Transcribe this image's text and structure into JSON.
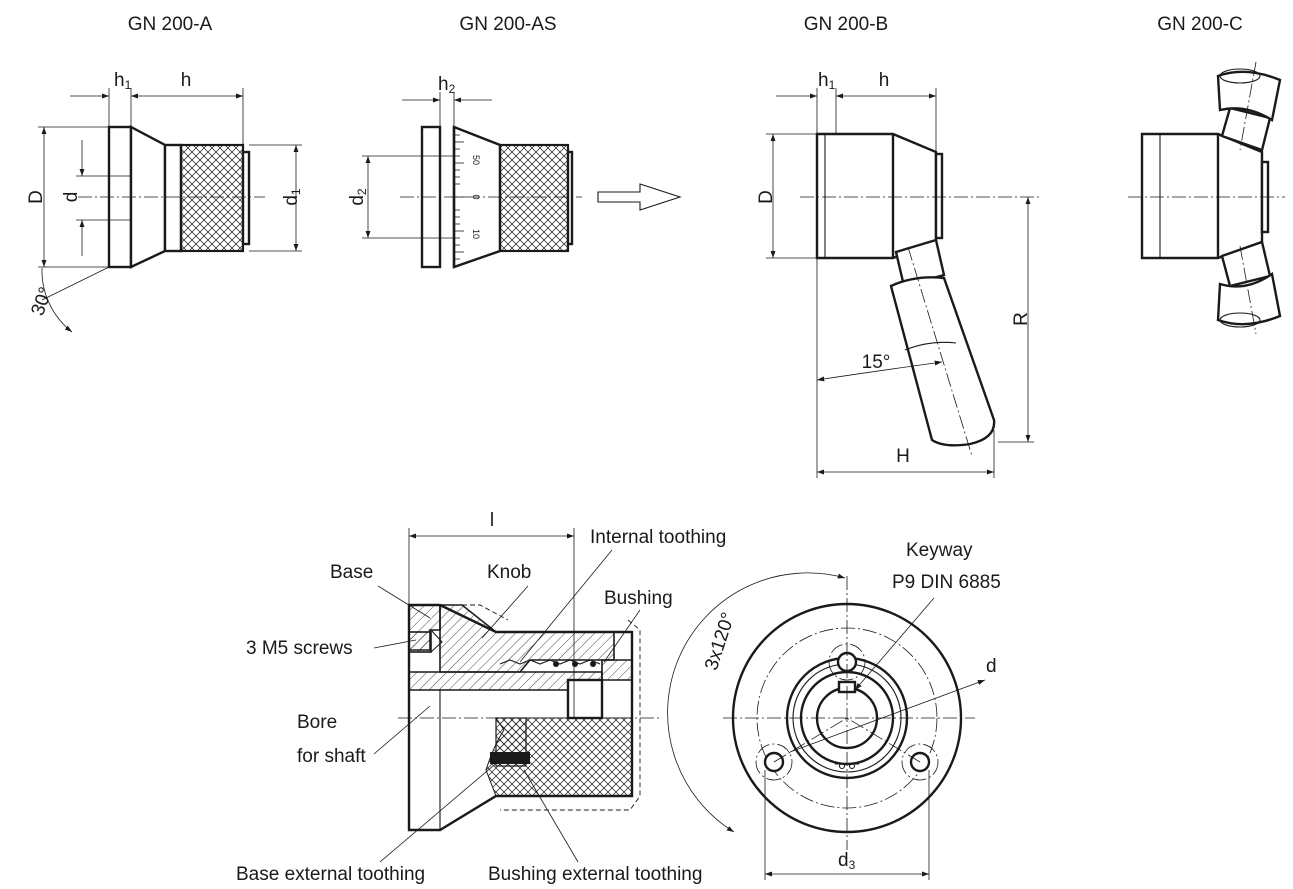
{
  "views": {
    "a": "GN 200-A",
    "as": "GN 200-AS",
    "b": "GN 200-B",
    "c": "GN 200-C"
  },
  "dimensions": {
    "h1": "h",
    "h1_sub": "1",
    "h": "h",
    "h2": "h",
    "h2_sub": "2",
    "D": "D",
    "d": "d",
    "d1": "d",
    "d1_sub": "1",
    "d2": "d",
    "d2_sub": "2",
    "angle_30": "30°",
    "angle_15": "15°",
    "R": "R",
    "H": "H",
    "l": "l",
    "d3": "d",
    "d3_sub": "3",
    "angle_3x120": "3x120°",
    "d_bore": "d"
  },
  "scale_marks": {
    "top": "50",
    "mid": "0",
    "bottom": "10"
  },
  "callouts": {
    "base": "Base",
    "knob": "Knob",
    "internal_toothing": "Internal toothing",
    "bushing": "Bushing",
    "screws": "3 M5 screws",
    "bore_line1": "Bore",
    "bore_line2": "for shaft",
    "base_external_toothing": "Base external toothing",
    "bushing_external_toothing": "Bushing external toothing",
    "keyway_line1": "Keyway",
    "keyway_line2": "P9 DIN 6885"
  }
}
